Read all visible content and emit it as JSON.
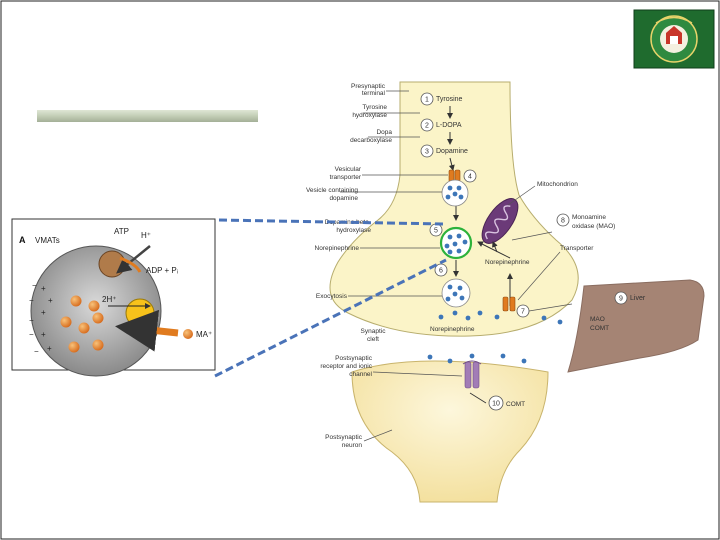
{
  "labels": {
    "presynaptic": [
      "Presynaptic",
      "terminal"
    ],
    "tyrosine_hydroxylase": [
      "Tyrosine",
      "hydroxylase"
    ],
    "dopa_decarboxylase": [
      "Dopa",
      "decarboxylase"
    ],
    "vesicular_transporter": [
      "Vesicular",
      "transporter"
    ],
    "vesicle_dopamine": [
      "Vesicle containing",
      "dopamine"
    ],
    "dopamine_b_hydroxylase": [
      "Dopamine beta-",
      "hydroxylase"
    ],
    "norepinephrine_left": "Norepinephrine",
    "exocytosis": "Exocytosis",
    "synaptic_cleft": [
      "Synaptic",
      "cleft"
    ],
    "postsynaptic_receptor": [
      "Postsynaptic",
      "receptor and ionic",
      "channel"
    ],
    "postsynaptic_neuron": [
      "Postsynaptic",
      "neuron"
    ],
    "mitochondrion": "Mitochondrion",
    "mao": [
      "Monoamine",
      "oxidase (MAO)"
    ],
    "transporter": "Transporter",
    "norepinephrine_inside": "Norepinephrine",
    "norepinephrine_cleft": "Norepinephrine",
    "liver": "Liver",
    "liver_enzymes": [
      "MAO",
      "COMT"
    ],
    "comt": "COMT"
  },
  "steps": [
    {
      "n": "1",
      "text": "Tyrosine"
    },
    {
      "n": "2",
      "text": "L-DOPA"
    },
    {
      "n": "3",
      "text": "Dopamine"
    },
    {
      "n": "4",
      "text": ""
    },
    {
      "n": "5",
      "text": ""
    },
    {
      "n": "6",
      "text": ""
    },
    {
      "n": "7",
      "text": ""
    },
    {
      "n": "8",
      "text": ""
    },
    {
      "n": "9",
      "text": ""
    },
    {
      "n": "10",
      "text": ""
    }
  ],
  "vmat": {
    "panel_letter": "A",
    "title": "VMATs",
    "atp": "ATP",
    "h_plus": "H⁺",
    "adp": "ADP + Pᵢ",
    "two_h": "2H⁺",
    "ma": "MA⁺",
    "plus_sign": "+",
    "minus_sign": "−"
  },
  "colors": {
    "neuron_fill": "#fbf4c8",
    "neuron_stroke": "#b7ad6e",
    "vesicle": "#3d76b8",
    "orange": "#e07b1f",
    "liver": "#a58474",
    "mito": "#6b3a78",
    "dash": "#4a73b8",
    "highlight": "#2db23b",
    "title_bar": "#c9d3bd"
  },
  "logo": {
    "name": "university-seal"
  }
}
